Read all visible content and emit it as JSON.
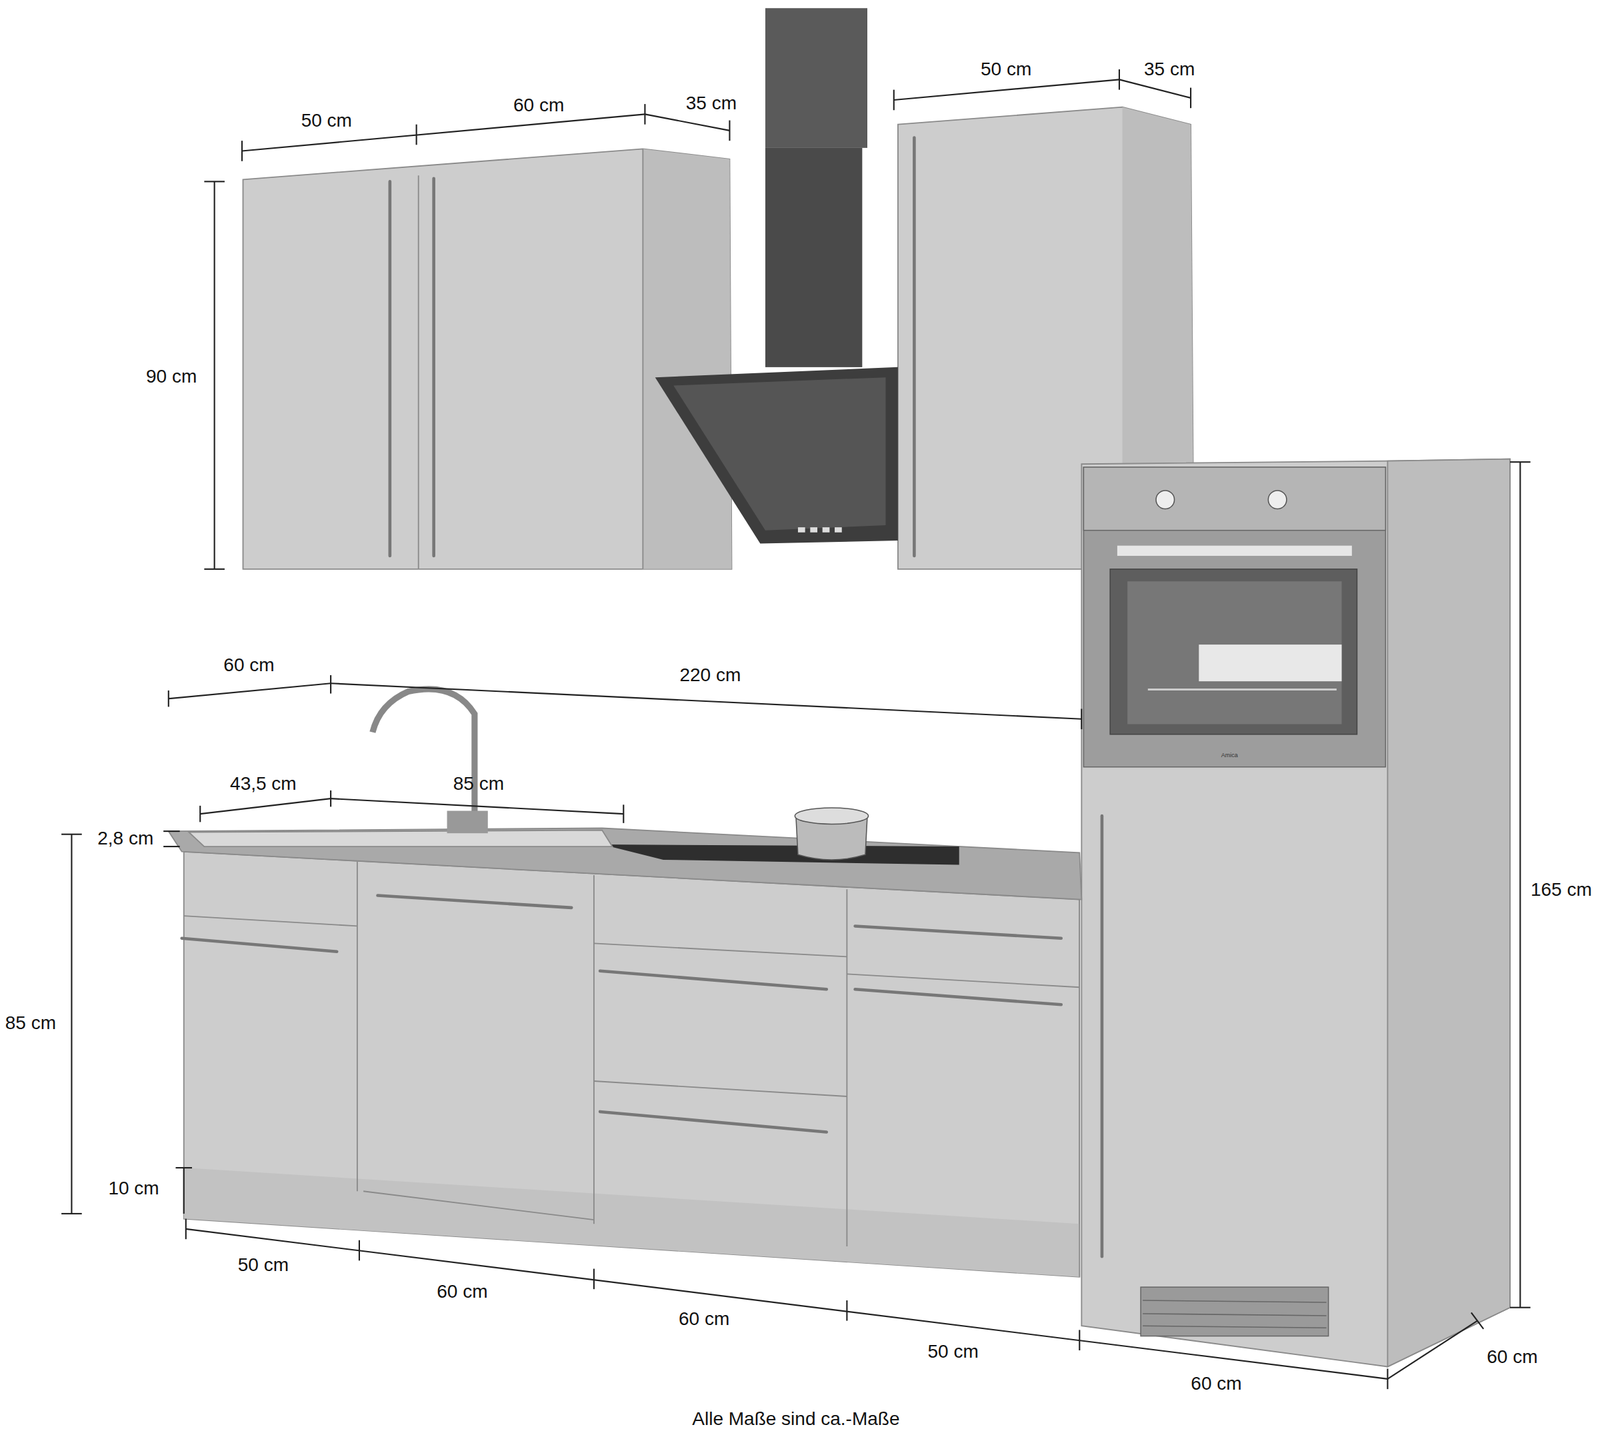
{
  "diagram": {
    "caption": "Alle Maße sind ca.-Maße",
    "labels": [
      "50 cm",
      "60 cm",
      "35 cm",
      "50 cm",
      "35 cm",
      "90 cm",
      "60 cm",
      "220 cm",
      "43,5 cm",
      "85 cm",
      "2,8 cm",
      "85 cm",
      "10 cm",
      "165 cm",
      "50 cm",
      "60 cm",
      "60 cm",
      "50 cm",
      "60 cm",
      "60 cm",
      "Amica"
    ]
  }
}
